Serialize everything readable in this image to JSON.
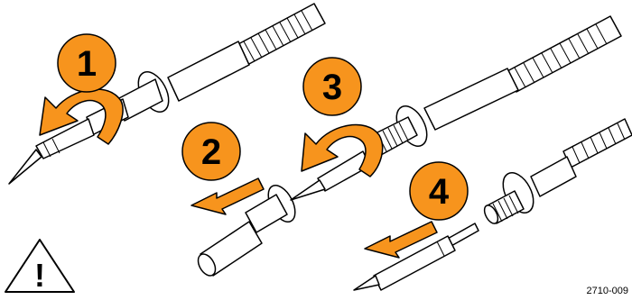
{
  "steps": [
    {
      "number": "1"
    },
    {
      "number": "2"
    },
    {
      "number": "3"
    },
    {
      "number": "4"
    }
  ],
  "figure_code": "2710-009",
  "warning_mark": "!",
  "colors": {
    "badge": "#f7941d",
    "arrow": "#f7941d",
    "outline": "#000000",
    "probe": "#ffffff"
  },
  "icons": [
    "warning-triangle-icon",
    "rotate-arrow-icon",
    "pull-arrow-icon"
  ]
}
